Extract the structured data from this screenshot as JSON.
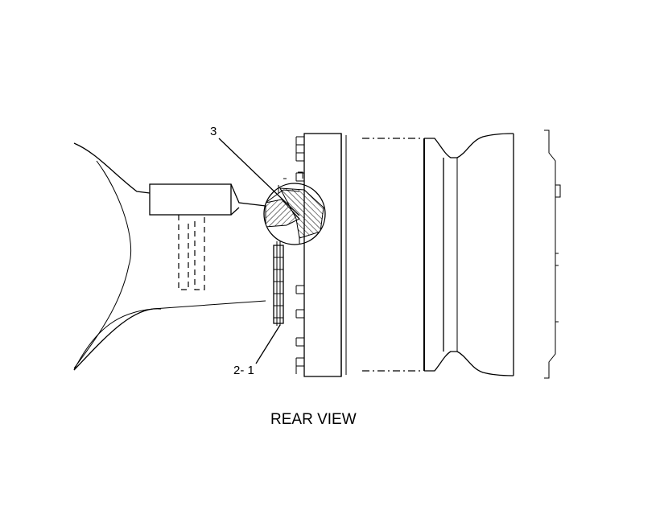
{
  "drawing": {
    "callouts": [
      {
        "id": "callout-3",
        "text": "3"
      },
      {
        "id": "callout-2-1",
        "text": "2- 1"
      }
    ],
    "view_title": "REAR VIEW"
  },
  "colors": {
    "ink": "#000000",
    "background": "#ffffff"
  }
}
